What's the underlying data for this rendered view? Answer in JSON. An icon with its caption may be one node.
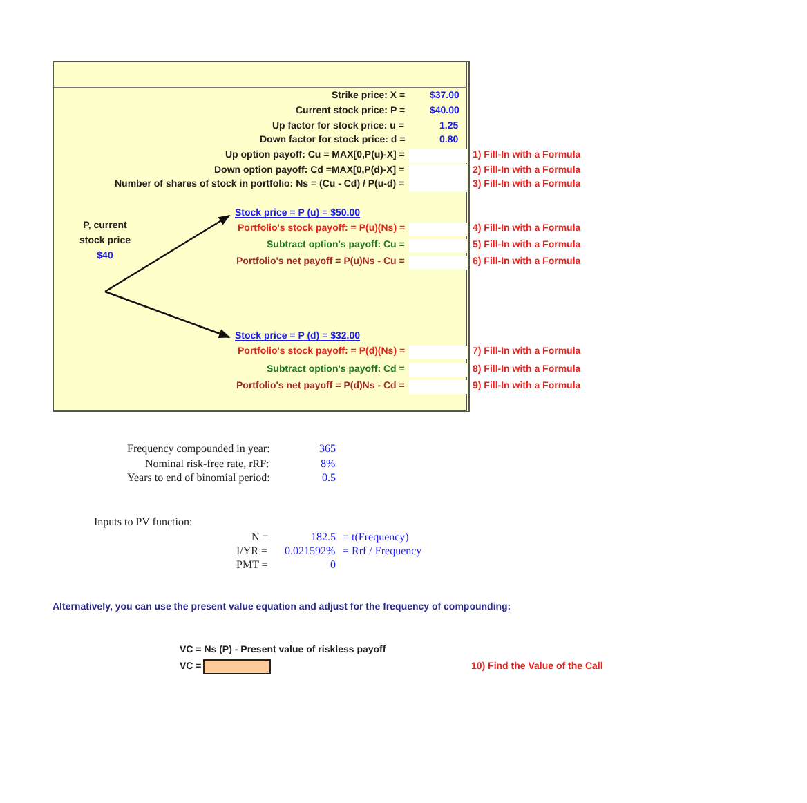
{
  "diagram": {
    "nodes": [
      {
        "text": [
          "P, current stock price",
          "$40"
        ]
      },
      {
        "text": [
          "Stock price = P (u) = $50.00"
        ]
      },
      {
        "text": [
          "Stock price = P (d) = $32.00"
        ]
      }
    ],
    "edges": [
      {
        "from": 0,
        "to": 1,
        "arrow": "to"
      },
      {
        "from": 0,
        "to": 2,
        "arrow": "to"
      }
    ],
    "labels": [
      "Strike price: X =",
      "$37.00",
      "Current stock price: P =",
      "$40.00",
      "Up factor for stock price: u =",
      "1.25",
      "Down factor for stock price: d =",
      "0.80",
      "Up option payoff: Cu = MAX[0,P(u)-X] =",
      "1) Fill-In with a Formula",
      "Down option payoff: Cd =MAX[0,P(d)-X] =",
      "2) Fill-In with a Formula",
      "Number of shares of stock in portfolio: Ns = (Cu - Cd) / P(u-d)  =",
      "3) Fill-In with a Formula",
      "Portfolio's stock payoff: = P(u)(Ns) =",
      "4) Fill-In with a Formula",
      "Subtract option's payoff: Cu =",
      "5) Fill-In with a Formula",
      "Portfolio's net payoff = P(u)Ns - Cu =",
      "6) Fill-In with a Formula",
      "Portfolio's stock payoff: = P(d)(Ns) =",
      "7) Fill-In with a Formula",
      "Subtract option's payoff: Cd =",
      "8) Fill-In with a Formula",
      "Portfolio's net payoff = P(d)Ns - Cd =",
      "9) Fill-In with a Formula",
      "Frequency compounded in year:",
      "365",
      "Nominal risk-free rate, rRF:",
      "8%",
      "Years to end of  binomial period:",
      "0.5",
      "Inputs to PV function:",
      "N =",
      "182.5",
      "= t(Frequency)",
      "I/YR =",
      "0.021592%",
      "= Rrf / Frequency",
      "PMT =",
      "0",
      "Alternatively, you can use the present value equation and adjust for the frequency of compounding:",
      "VC = Ns (P) - Present value of riskless payoff",
      "VC =",
      "10) Find the Value of the Call"
    ]
  }
}
